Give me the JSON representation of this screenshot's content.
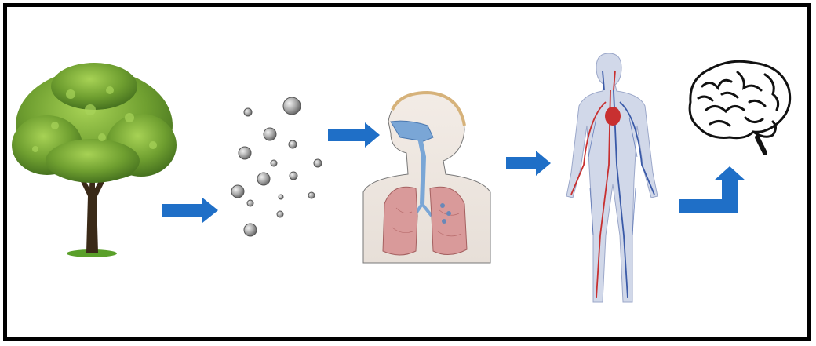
{
  "diagram": {
    "stages": [
      {
        "id": "tree",
        "icon": "tree-icon"
      },
      {
        "id": "particles",
        "icon": "particles-icon"
      },
      {
        "id": "respiratory",
        "icon": "respiratory-system-icon"
      },
      {
        "id": "circulatory",
        "icon": "circulatory-system-icon"
      },
      {
        "id": "brain",
        "icon": "brain-icon"
      }
    ],
    "colors": {
      "arrow": "#1f6fc7",
      "frame": "#000000",
      "foliage": "#6a9a2c",
      "foliage_light": "#9cc84a",
      "trunk": "#3a2a18",
      "grass": "#5aa02a",
      "particle": "#9a9a9a",
      "lung": "#d99a9a",
      "airway": "#7aa6d6",
      "artery": "#c83030",
      "vein": "#3a5aa8",
      "body": "#c9d2e6",
      "brain_line": "#111111"
    }
  }
}
